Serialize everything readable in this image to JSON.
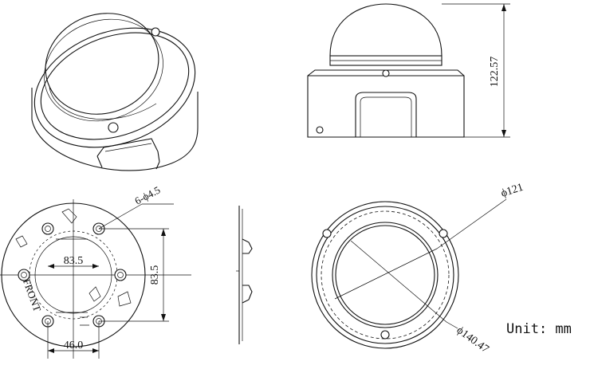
{
  "dimensions": {
    "height": "122.57",
    "outer_diameter": "ϕ121",
    "base_diameter": "ϕ140.47",
    "hole_spec": "6-ϕ4.5",
    "hole_pitch_horizontal": "83.5",
    "hole_pitch_vertical": "83.5",
    "hole_offset": "46.0"
  },
  "base_plate": {
    "front_marking": "FRONT"
  },
  "unit_label": "Unit: mm"
}
